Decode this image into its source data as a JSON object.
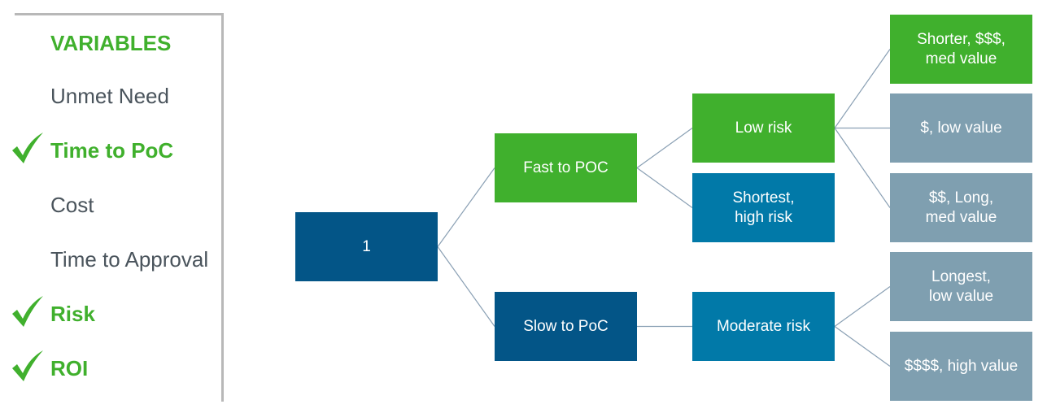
{
  "colors": {
    "green": "#40b02d",
    "dark_navy": "#035587",
    "teal_blue": "#0179a8",
    "slate": "#7f9fb0",
    "text_dark": "#4a545c",
    "connector": "#8aa0b4",
    "border": "#b8b8b8"
  },
  "sidebar": {
    "heading": "VARIABLES",
    "items": [
      {
        "label": "Unmet Need",
        "checked": false
      },
      {
        "label": "Time to PoC",
        "checked": true
      },
      {
        "label": "Cost",
        "checked": false
      },
      {
        "label": "Time to Approval",
        "checked": false
      },
      {
        "label": "Risk",
        "checked": true
      },
      {
        "label": "ROI",
        "checked": true
      }
    ],
    "check_icon": "checkmark-icon"
  },
  "tree": {
    "root": {
      "label": "1",
      "color": "#035587"
    },
    "level1": [
      {
        "label": "Fast to POC",
        "color": "#40b02d"
      },
      {
        "label": "Slow to PoC",
        "color": "#035587"
      }
    ],
    "level2": [
      {
        "label": "Low risk",
        "color": "#40b02d",
        "parent": 0
      },
      {
        "label": "Shortest,\nhigh risk",
        "color": "#0179a8",
        "parent": 0
      },
      {
        "label": "Moderate risk",
        "color": "#0179a8",
        "parent": 1
      }
    ],
    "level3": [
      {
        "label": "Shorter, $$$,\nmed value",
        "color": "#40b02d",
        "parent": 0
      },
      {
        "label": "$, low value",
        "color": "#7f9fb0",
        "parent": 0
      },
      {
        "label": "$$, Long,\nmed value",
        "color": "#7f9fb0",
        "parent": 0
      },
      {
        "label": "Longest,\nlow value",
        "color": "#7f9fb0",
        "parent": 2
      },
      {
        "label": "$$$$, high value",
        "color": "#7f9fb0",
        "parent": 2
      }
    ]
  }
}
